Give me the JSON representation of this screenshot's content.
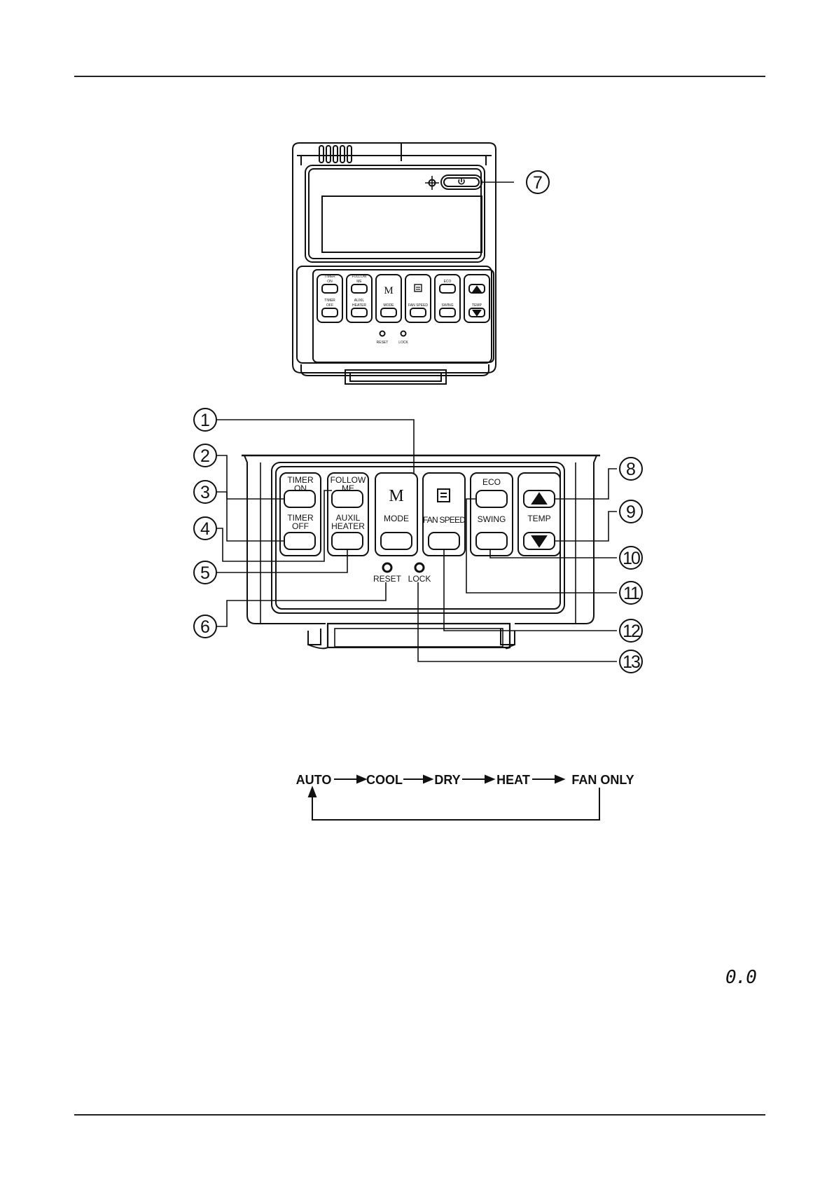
{
  "controller_top": {
    "buttons": {
      "timer_on": [
        "TIMER",
        "ON"
      ],
      "timer_off": [
        "TIMER",
        "OFF"
      ],
      "follow_me": [
        "FOLLOW",
        "ME"
      ],
      "auxil_heater": [
        "AUXIL",
        "HEATER"
      ],
      "mode_symbol": "M",
      "mode": "MODE",
      "fan_speed": "FAN SPEED",
      "eco": "ECO",
      "swing": "SWING",
      "temp": "TEMP"
    },
    "pinholes": {
      "reset": "RESET",
      "lock": "LOCK"
    }
  },
  "controller_detail": {
    "buttons": {
      "timer_on": [
        "TIMER",
        "ON"
      ],
      "timer_off": [
        "TIMER",
        "OFF"
      ],
      "follow_me": [
        "FOLLOW",
        "ME"
      ],
      "auxil_heater": [
        "AUXIL",
        "HEATER"
      ],
      "mode_symbol": "M",
      "mode": "MODE",
      "fan_speed": "FAN SPEED",
      "eco": "ECO",
      "swing": "SWING",
      "temp": "TEMP"
    },
    "pinholes": {
      "reset": "RESET",
      "lock": "LOCK"
    }
  },
  "callouts": [
    "1",
    "2",
    "3",
    "4",
    "5",
    "6",
    "7",
    "8",
    "9",
    "10",
    "11",
    "12",
    "13"
  ],
  "mode_cycle": [
    "AUTO",
    "COOL",
    "DRY",
    "HEAT",
    "FAN ONLY"
  ],
  "display_reading": "0.0"
}
